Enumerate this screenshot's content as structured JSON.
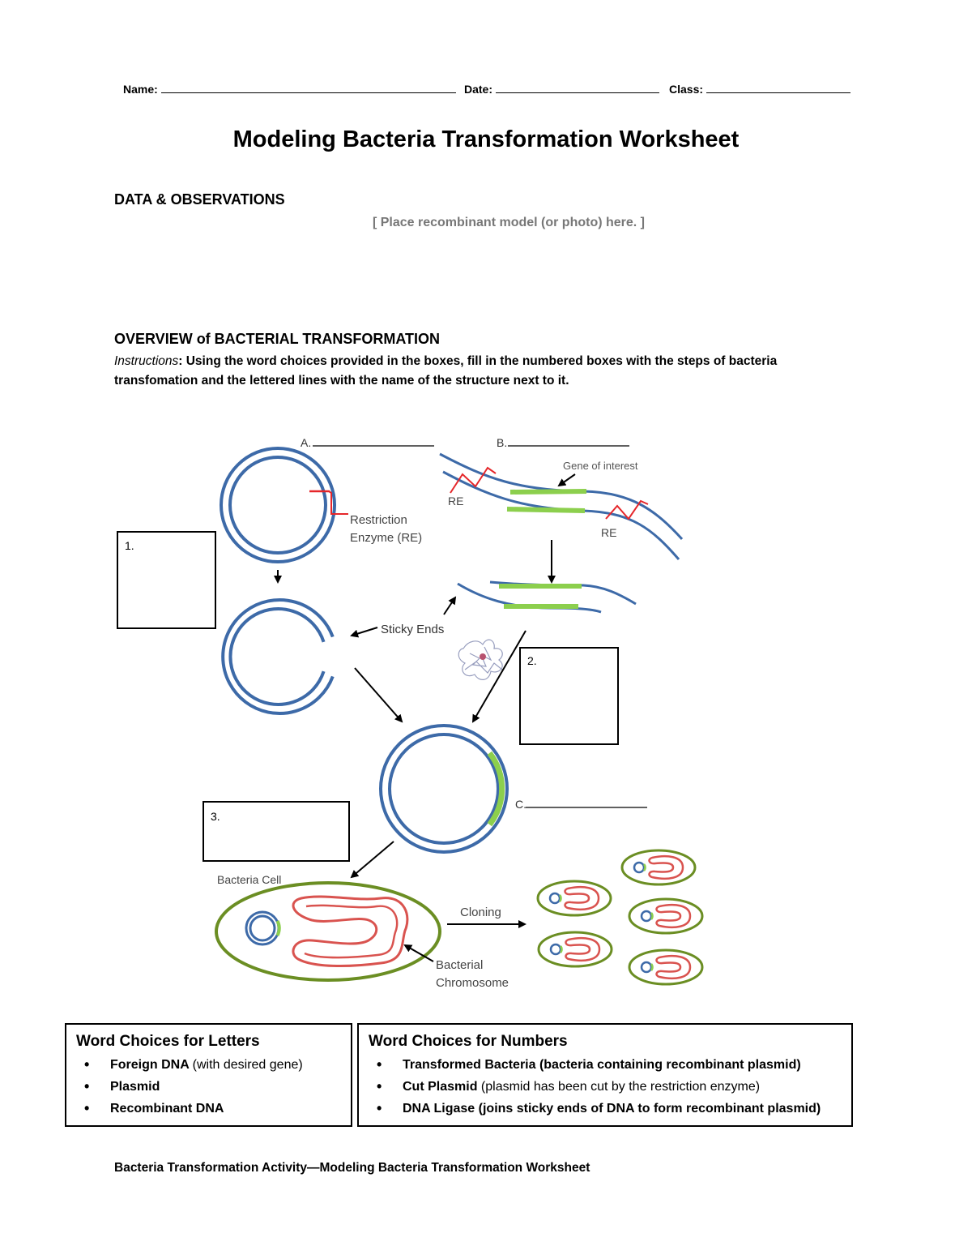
{
  "header": {
    "name_label": "Name:",
    "date_label": "Date:",
    "class_label": "Class:"
  },
  "title": "Modeling Bacteria Transformation Worksheet",
  "data_section": {
    "heading": "DATA & OBSERVATIONS",
    "placeholder": "[ Place recombinant model (or photo) here. ]"
  },
  "overview": {
    "heading": "OVERVIEW of BACTERIAL TRANSFORMATION",
    "instructions_label": "Instructions",
    "instructions_text": ": Using the word choices provided in the boxes, fill in the numbered boxes with the steps of bacteria transfomation and the lettered lines with the name of the structure next to it."
  },
  "diagram": {
    "line_a": "A.",
    "line_b": "B.",
    "line_c": "C.",
    "box_1": "1.",
    "box_2": "2.",
    "box_3": "3.",
    "gene_of_interest": "Gene of interest",
    "re_left": "RE",
    "re_right": "RE",
    "restriction_line1": "Restriction",
    "restriction_line2": "Enzyme (RE)",
    "sticky_ends": "Sticky Ends",
    "bacteria_cell": "Bacteria Cell",
    "cloning": "Cloning",
    "chromosome_line1": "Bacterial",
    "chromosome_line2": "Chromosome",
    "colors": {
      "dna_blue": "#3d6aa8",
      "gene_green": "#8ccf4d",
      "re_red": "#e5262a",
      "chromosome_red": "#d9534f",
      "cell_olive": "#6b8e23"
    }
  },
  "letters_box": {
    "heading": "Word Choices for Letters",
    "items": [
      {
        "bold": "Foreign DNA ",
        "normal": "(with desired gene)"
      },
      {
        "bold": "Plasmid",
        "normal": ""
      },
      {
        "bold": "Recombinant DNA",
        "normal": ""
      }
    ]
  },
  "numbers_box": {
    "heading": "Word Choices for Numbers",
    "items": [
      {
        "bold": "Transformed Bacteria (bacteria containing recombinant plasmid)",
        "normal": ""
      },
      {
        "bold": "Cut Plasmid ",
        "normal": "(plasmid has been cut by the restriction enzyme)"
      },
      {
        "bold": "DNA Ligase (joins sticky ends of DNA to form recombinant plasmid)",
        "normal": ""
      }
    ]
  },
  "footer": "Bacteria Transformation Activity—Modeling Bacteria Transformation Worksheet"
}
